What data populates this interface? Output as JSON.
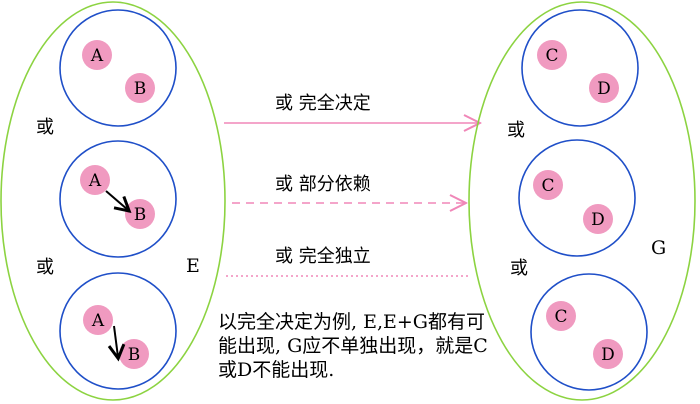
{
  "colors": {
    "ellipse": "#8cd341",
    "circle": "#1f4fc8",
    "node": "#f09ac0",
    "arrow_solid": "#f087b8",
    "arrow_dashed": "#f087b8",
    "line_dotted": "#f087b8",
    "text": "#000000"
  },
  "left_set": {
    "label": "E",
    "or_labels": [
      "或",
      "或"
    ],
    "circles": [
      {
        "nodes": [
          "A",
          "B"
        ],
        "relation": "none"
      },
      {
        "nodes": [
          "A",
          "B"
        ],
        "relation": "arrow"
      },
      {
        "nodes": [
          "A",
          "B"
        ],
        "relation": "arrow"
      }
    ]
  },
  "right_set": {
    "label": "G",
    "or_labels": [
      "或",
      "或"
    ],
    "circles": [
      {
        "nodes": [
          "C",
          "D"
        ]
      },
      {
        "nodes": [
          "C",
          "D"
        ]
      },
      {
        "nodes": [
          "C",
          "D"
        ]
      }
    ]
  },
  "relations": [
    {
      "label": "或 完全决定",
      "style": "solid-arrow"
    },
    {
      "label": "或 部分依赖",
      "style": "dashed-arrow"
    },
    {
      "label": "或 完全独立",
      "style": "dotted-line"
    }
  ],
  "note": "以完全决定为例, E,E+G都有可能出现, G应不单独出现，就是C或D不能出现."
}
